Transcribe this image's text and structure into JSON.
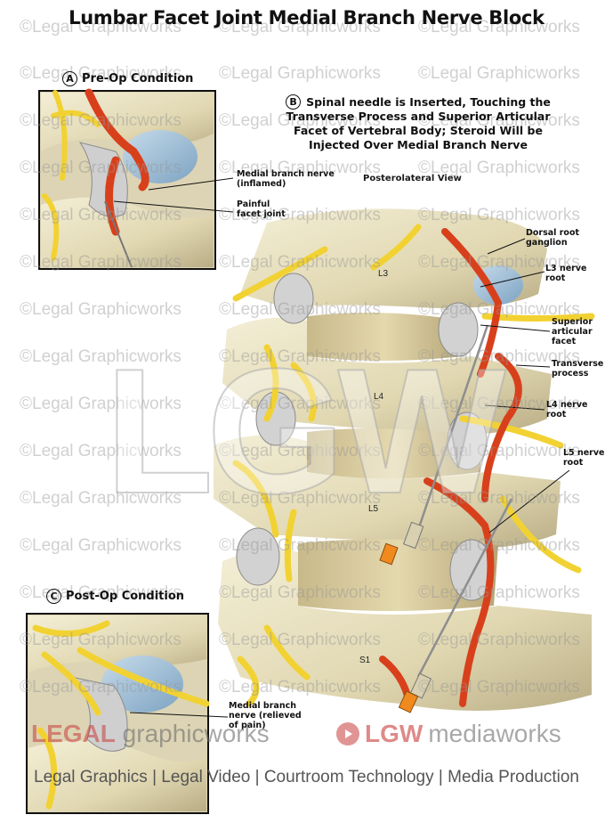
{
  "title": "Lumbar Facet Joint Medial Branch Nerve Block",
  "panel_a": {
    "letter": "A",
    "heading": "Pre-Op Condition",
    "labels": {
      "medial_branch": "Medial branch nerve (inflamed)",
      "painful_joint": "Painful facet joint"
    }
  },
  "panel_b": {
    "letter": "B",
    "desc_line1": "Spinal needle is Inserted, Touching the",
    "desc_line2": "Transverse Process and Superior Articular",
    "desc_line3": "Facet of Vertebral Body; Steroid Will be",
    "desc_line4": "Injected Over Medial Branch Nerve",
    "view": "Posterolateral View",
    "levels": {
      "l3": "L3",
      "l4": "L4",
      "l5": "L5",
      "s1": "S1"
    },
    "labels": {
      "drg": "Dorsal root ganglion",
      "l3_root": "L3 nerve root",
      "sup_facet": "Superior articular facet",
      "transverse": "Transverse process",
      "l4_root": "L4 nerve root",
      "l5_root": "L5 nerve root"
    }
  },
  "panel_c": {
    "letter": "C",
    "heading": "Post-Op Condition",
    "labels": {
      "medial_branch": "Medial branch nerve (relieved of pain)"
    }
  },
  "watermark": {
    "text": "©Legal Graphicworks",
    "logo": "LGW"
  },
  "footer": {
    "brand1_a": "LEGAL",
    "brand1_b": "graphicworks",
    "brand2_a": "LGW",
    "brand2_b": "mediaworks",
    "tagline": "Legal Graphics | Legal Video | Courtroom Technology | Media Production"
  },
  "colors": {
    "bone": "#e9e2c4",
    "nerve_yellow": "#f2d232",
    "nerve_red": "#d8401c",
    "disc_blue": "#a9c6dd",
    "needle_orange": "#f08a1e"
  }
}
